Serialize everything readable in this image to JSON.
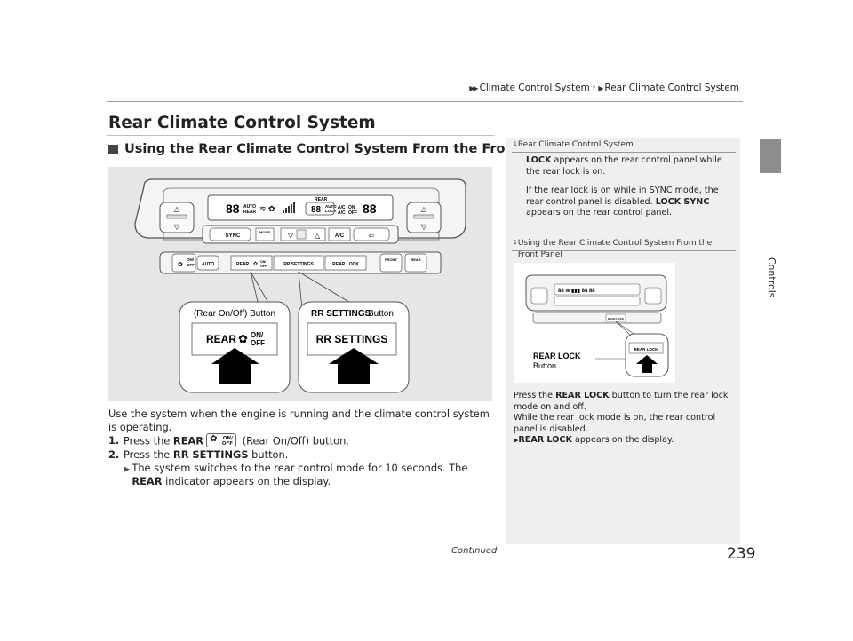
{
  "breadcrumb": {
    "part1": "Climate Control System",
    "star": "*",
    "part2": "Rear Climate Control System"
  },
  "title": "Rear Climate Control System",
  "subheading": "Using the Rear Climate Control System From the Front Panel",
  "figure": {
    "display_auto": "AUTO",
    "display_rear": "REAR",
    "display_auto2": "AUTO",
    "display_lock": "LOCK",
    "display_ac": "A/C",
    "display_on": "ON",
    "display_off": "OFF",
    "btn_sync": "SYNC",
    "btn_mode": "MODE",
    "btn_ac": "A/C",
    "btn_onoff": "ON/\nOFF",
    "btn_auto": "AUTO",
    "btn_rear": "REAR",
    "btn_rr_settings": "RR SETTINGS",
    "btn_rear_lock": "REAR LOCK",
    "btn_front": "FRONT",
    "btn_rear2": "REAR",
    "callout_left_label": "(Rear On/Off) Button",
    "callout_right_label_bold": "RR SETTINGS",
    "callout_right_label": " Button",
    "zoom_left_text": "REAR",
    "zoom_left_on": "ON/",
    "zoom_left_off": "OFF",
    "zoom_right_text": "RR SETTINGS"
  },
  "body": {
    "intro": "Use the system when the engine is running and the climate control system is operating.",
    "step1_num": "1.",
    "step1_a": "Press the ",
    "step1_b": "REAR",
    "step1_icon_on": "ON/",
    "step1_icon_off": "OFF",
    "step1_c": " (Rear On/Off) button.",
    "step2_num": "2.",
    "step2_a": "Press the ",
    "step2_b": "RR SETTINGS",
    "step2_c": " button.",
    "step2_sub_a": "The system switches to the rear control mode for 10 seconds. The ",
    "step2_sub_b": "REAR",
    "step2_sub_c": " indicator appears on the display."
  },
  "continued": "Continued",
  "page_number": "239",
  "side_label": "Controls",
  "notes": {
    "note1_mark": "1",
    "note1_title": "Rear Climate Control System",
    "note1_p1_b": "LOCK",
    "note1_p1": " appears on the rear control panel while the rear lock is on.",
    "note1_p2_a": "If the rear lock is on while in SYNC mode, the rear control panel is disabled. ",
    "note1_p2_b": "LOCK SYNC",
    "note1_p2_c": " appears on the rear control panel.",
    "note2_mark": "1",
    "note2_title": "Using the Rear Climate Control System From the Front Panel",
    "side_fig_label1": "REAR LOCK",
    "side_fig_label2": "Button",
    "side_fig_zoom": "REAR LOCK",
    "note2_p1_a": "Press the ",
    "note2_p1_b": "REAR LOCK",
    "note2_p1_c": " button to turn the rear lock mode on and off.",
    "note2_p2": "While the rear lock mode is on, the rear control panel is disabled.",
    "note2_p3_b": "REAR LOCK",
    "note2_p3_c": " appears on the display."
  }
}
